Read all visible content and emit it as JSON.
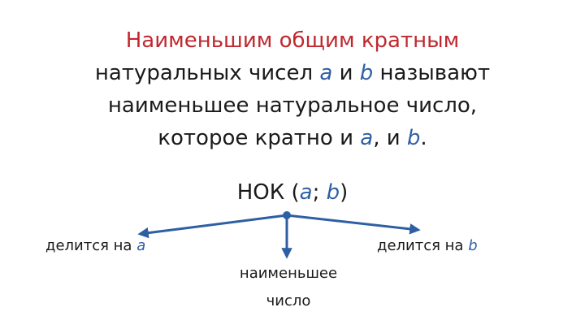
{
  "definition": {
    "line1": "Наименьшим общим кратным",
    "line2_prefix": "натуральных чисел",
    "var_a": "a",
    "and": "и",
    "var_b": "b",
    "line2_suffix": "называют",
    "line3": "наименьшее натуральное число,",
    "line4_prefix": "которое кратно и",
    "line4_comma_and": ", и",
    "line4_end": "."
  },
  "formula": {
    "prefix": "НОК (",
    "var_a": "a",
    "separator": "; ",
    "var_b": "b",
    "suffix": ")"
  },
  "branches": {
    "left_text": "делится на",
    "left_var": "a",
    "right_text": "делится на",
    "right_var": "b",
    "middle_line1": "наименьшее",
    "middle_line2": "число"
  },
  "colors": {
    "title_red": "#c0282f",
    "variable_blue": "#2e5fa3",
    "arrow": "#2e5fa3"
  }
}
